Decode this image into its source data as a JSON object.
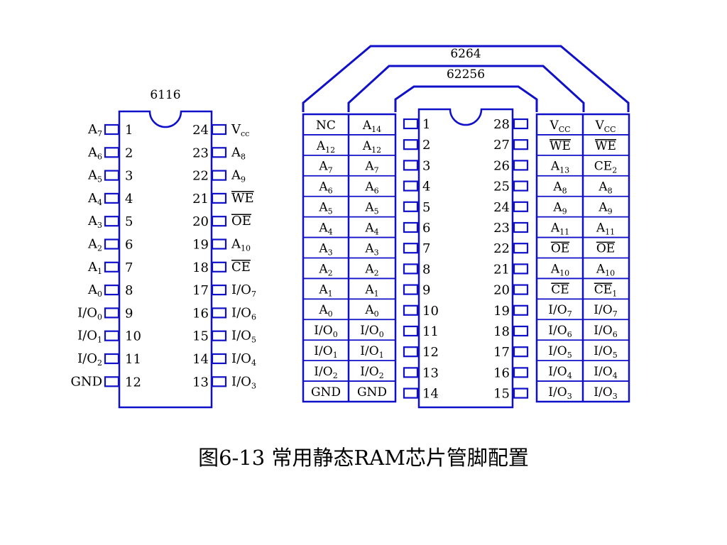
{
  "colors": {
    "outline": "#1010c8",
    "pin": "#1010c8",
    "text": "#000000",
    "background": "#ffffff"
  },
  "chip_6116": {
    "name": "6116",
    "left_pins": [
      {
        "label": "A7",
        "sub": "7",
        "base": "A",
        "num": "1",
        "over": false
      },
      {
        "label": "A6",
        "sub": "6",
        "base": "A",
        "num": "2",
        "over": false
      },
      {
        "label": "A5",
        "sub": "5",
        "base": "A",
        "num": "3",
        "over": false
      },
      {
        "label": "A4",
        "sub": "4",
        "base": "A",
        "num": "4",
        "over": false
      },
      {
        "label": "A3",
        "sub": "3",
        "base": "A",
        "num": "5",
        "over": false
      },
      {
        "label": "A2",
        "sub": "2",
        "base": "A",
        "num": "6",
        "over": false
      },
      {
        "label": "A1",
        "sub": "1",
        "base": "A",
        "num": "7",
        "over": false
      },
      {
        "label": "A0",
        "sub": "0",
        "base": "A",
        "num": "8",
        "over": false
      },
      {
        "label": "I/O0",
        "sub": "0",
        "base": "I/O",
        "num": "9",
        "over": false
      },
      {
        "label": "I/O1",
        "sub": "1",
        "base": "I/O",
        "num": "10",
        "over": false
      },
      {
        "label": "I/O2",
        "sub": "2",
        "base": "I/O",
        "num": "11",
        "over": false
      },
      {
        "label": "GND",
        "sub": "",
        "base": "GND",
        "num": "12",
        "over": false
      }
    ],
    "right_pins": [
      {
        "label": "Vcc",
        "sub": "cc",
        "base": "V",
        "num": "24",
        "over": false
      },
      {
        "label": "A8",
        "sub": "8",
        "base": "A",
        "num": "23",
        "over": false
      },
      {
        "label": "A9",
        "sub": "9",
        "base": "A",
        "num": "22",
        "over": false
      },
      {
        "label": "WE",
        "sub": "",
        "base": "WE",
        "num": "21",
        "over": true
      },
      {
        "label": "OE",
        "sub": "",
        "base": "OE",
        "num": "20",
        "over": true
      },
      {
        "label": "A10",
        "sub": "10",
        "base": "A",
        "num": "19",
        "over": false
      },
      {
        "label": "CE",
        "sub": "",
        "base": "CE",
        "num": "18",
        "over": true
      },
      {
        "label": "I/O7",
        "sub": "7",
        "base": "I/O",
        "num": "17",
        "over": false
      },
      {
        "label": "I/O6",
        "sub": "6",
        "base": "I/O",
        "num": "16",
        "over": false
      },
      {
        "label": "I/O5",
        "sub": "5",
        "base": "I/O",
        "num": "15",
        "over": false
      },
      {
        "label": "I/O4",
        "sub": "4",
        "base": "I/O",
        "num": "14",
        "over": false
      },
      {
        "label": "I/O3",
        "sub": "3",
        "base": "I/O",
        "num": "13",
        "over": false
      }
    ]
  },
  "chip_28": {
    "label_6264": "6264",
    "label_62256": "62256",
    "left_numbers": [
      "1",
      "2",
      "3",
      "4",
      "5",
      "6",
      "7",
      "8",
      "9",
      "10",
      "11",
      "12",
      "13",
      "14"
    ],
    "right_numbers": [
      "28",
      "27",
      "26",
      "25",
      "24",
      "23",
      "22",
      "21",
      "20",
      "19",
      "18",
      "17",
      "16",
      "15"
    ],
    "left_table": [
      {
        "c6264": {
          "base": "NC",
          "sub": "",
          "over": false
        },
        "c62256": {
          "base": "A",
          "sub": "14",
          "over": false
        }
      },
      {
        "c6264": {
          "base": "A",
          "sub": "12",
          "over": false
        },
        "c62256": {
          "base": "A",
          "sub": "12",
          "over": false
        }
      },
      {
        "c6264": {
          "base": "A",
          "sub": "7",
          "over": false
        },
        "c62256": {
          "base": "A",
          "sub": "7",
          "over": false
        }
      },
      {
        "c6264": {
          "base": "A",
          "sub": "6",
          "over": false
        },
        "c62256": {
          "base": "A",
          "sub": "6",
          "over": false
        }
      },
      {
        "c6264": {
          "base": "A",
          "sub": "5",
          "over": false
        },
        "c62256": {
          "base": "A",
          "sub": "5",
          "over": false
        }
      },
      {
        "c6264": {
          "base": "A",
          "sub": "4",
          "over": false
        },
        "c62256": {
          "base": "A",
          "sub": "4",
          "over": false
        }
      },
      {
        "c6264": {
          "base": "A",
          "sub": "3",
          "over": false
        },
        "c62256": {
          "base": "A",
          "sub": "3",
          "over": false
        }
      },
      {
        "c6264": {
          "base": "A",
          "sub": "2",
          "over": false
        },
        "c62256": {
          "base": "A",
          "sub": "2",
          "over": false
        }
      },
      {
        "c6264": {
          "base": "A",
          "sub": "1",
          "over": false
        },
        "c62256": {
          "base": "A",
          "sub": "1",
          "over": false
        }
      },
      {
        "c6264": {
          "base": "A",
          "sub": "0",
          "over": false
        },
        "c62256": {
          "base": "A",
          "sub": "0",
          "over": false
        }
      },
      {
        "c6264": {
          "base": "I/O",
          "sub": "0",
          "over": false
        },
        "c62256": {
          "base": "I/O",
          "sub": "0",
          "over": false
        }
      },
      {
        "c6264": {
          "base": "I/O",
          "sub": "1",
          "over": false
        },
        "c62256": {
          "base": "I/O",
          "sub": "1",
          "over": false
        }
      },
      {
        "c6264": {
          "base": "I/O",
          "sub": "2",
          "over": false
        },
        "c62256": {
          "base": "I/O",
          "sub": "2",
          "over": false
        }
      },
      {
        "c6264": {
          "base": "GND",
          "sub": "",
          "over": false
        },
        "c62256": {
          "base": "GND",
          "sub": "",
          "over": false
        }
      }
    ],
    "right_table": [
      {
        "c62256": {
          "base": "V",
          "sub": "CC",
          "over": false
        },
        "c6264": {
          "base": "V",
          "sub": "CC",
          "over": false
        }
      },
      {
        "c62256": {
          "base": "WE",
          "sub": "",
          "over": true
        },
        "c6264": {
          "base": "WE",
          "sub": "",
          "over": true
        }
      },
      {
        "c62256": {
          "base": "A",
          "sub": "13",
          "over": false
        },
        "c6264": {
          "base": "CE",
          "sub": "2",
          "over": false
        }
      },
      {
        "c62256": {
          "base": "A",
          "sub": "8",
          "over": false
        },
        "c6264": {
          "base": "A",
          "sub": "8",
          "over": false
        }
      },
      {
        "c62256": {
          "base": "A",
          "sub": "9",
          "over": false
        },
        "c6264": {
          "base": "A",
          "sub": "9",
          "over": false
        }
      },
      {
        "c62256": {
          "base": "A",
          "sub": "11",
          "over": false
        },
        "c6264": {
          "base": "A",
          "sub": "11",
          "over": false
        }
      },
      {
        "c62256": {
          "base": "OE",
          "sub": "",
          "over": true
        },
        "c6264": {
          "base": "OE",
          "sub": "",
          "over": true
        }
      },
      {
        "c62256": {
          "base": "A",
          "sub": "10",
          "over": false
        },
        "c6264": {
          "base": "A",
          "sub": "10",
          "over": false
        }
      },
      {
        "c62256": {
          "base": "CE",
          "sub": "",
          "over": true
        },
        "c6264": {
          "base": "CE",
          "sub": "1",
          "over": true
        }
      },
      {
        "c62256": {
          "base": "I/O",
          "sub": "7",
          "over": false
        },
        "c6264": {
          "base": "I/O",
          "sub": "7",
          "over": false
        }
      },
      {
        "c62256": {
          "base": "I/O",
          "sub": "6",
          "over": false
        },
        "c6264": {
          "base": "I/O",
          "sub": "6",
          "over": false
        }
      },
      {
        "c62256": {
          "base": "I/O",
          "sub": "5",
          "over": false
        },
        "c6264": {
          "base": "I/O",
          "sub": "5",
          "over": false
        }
      },
      {
        "c62256": {
          "base": "I/O",
          "sub": "4",
          "over": false
        },
        "c6264": {
          "base": "I/O",
          "sub": "4",
          "over": false
        }
      },
      {
        "c62256": {
          "base": "I/O",
          "sub": "3",
          "over": false
        },
        "c6264": {
          "base": "I/O",
          "sub": "3",
          "over": false
        }
      }
    ]
  },
  "caption": "图6-13  常用静态RAM芯片管脚配置"
}
